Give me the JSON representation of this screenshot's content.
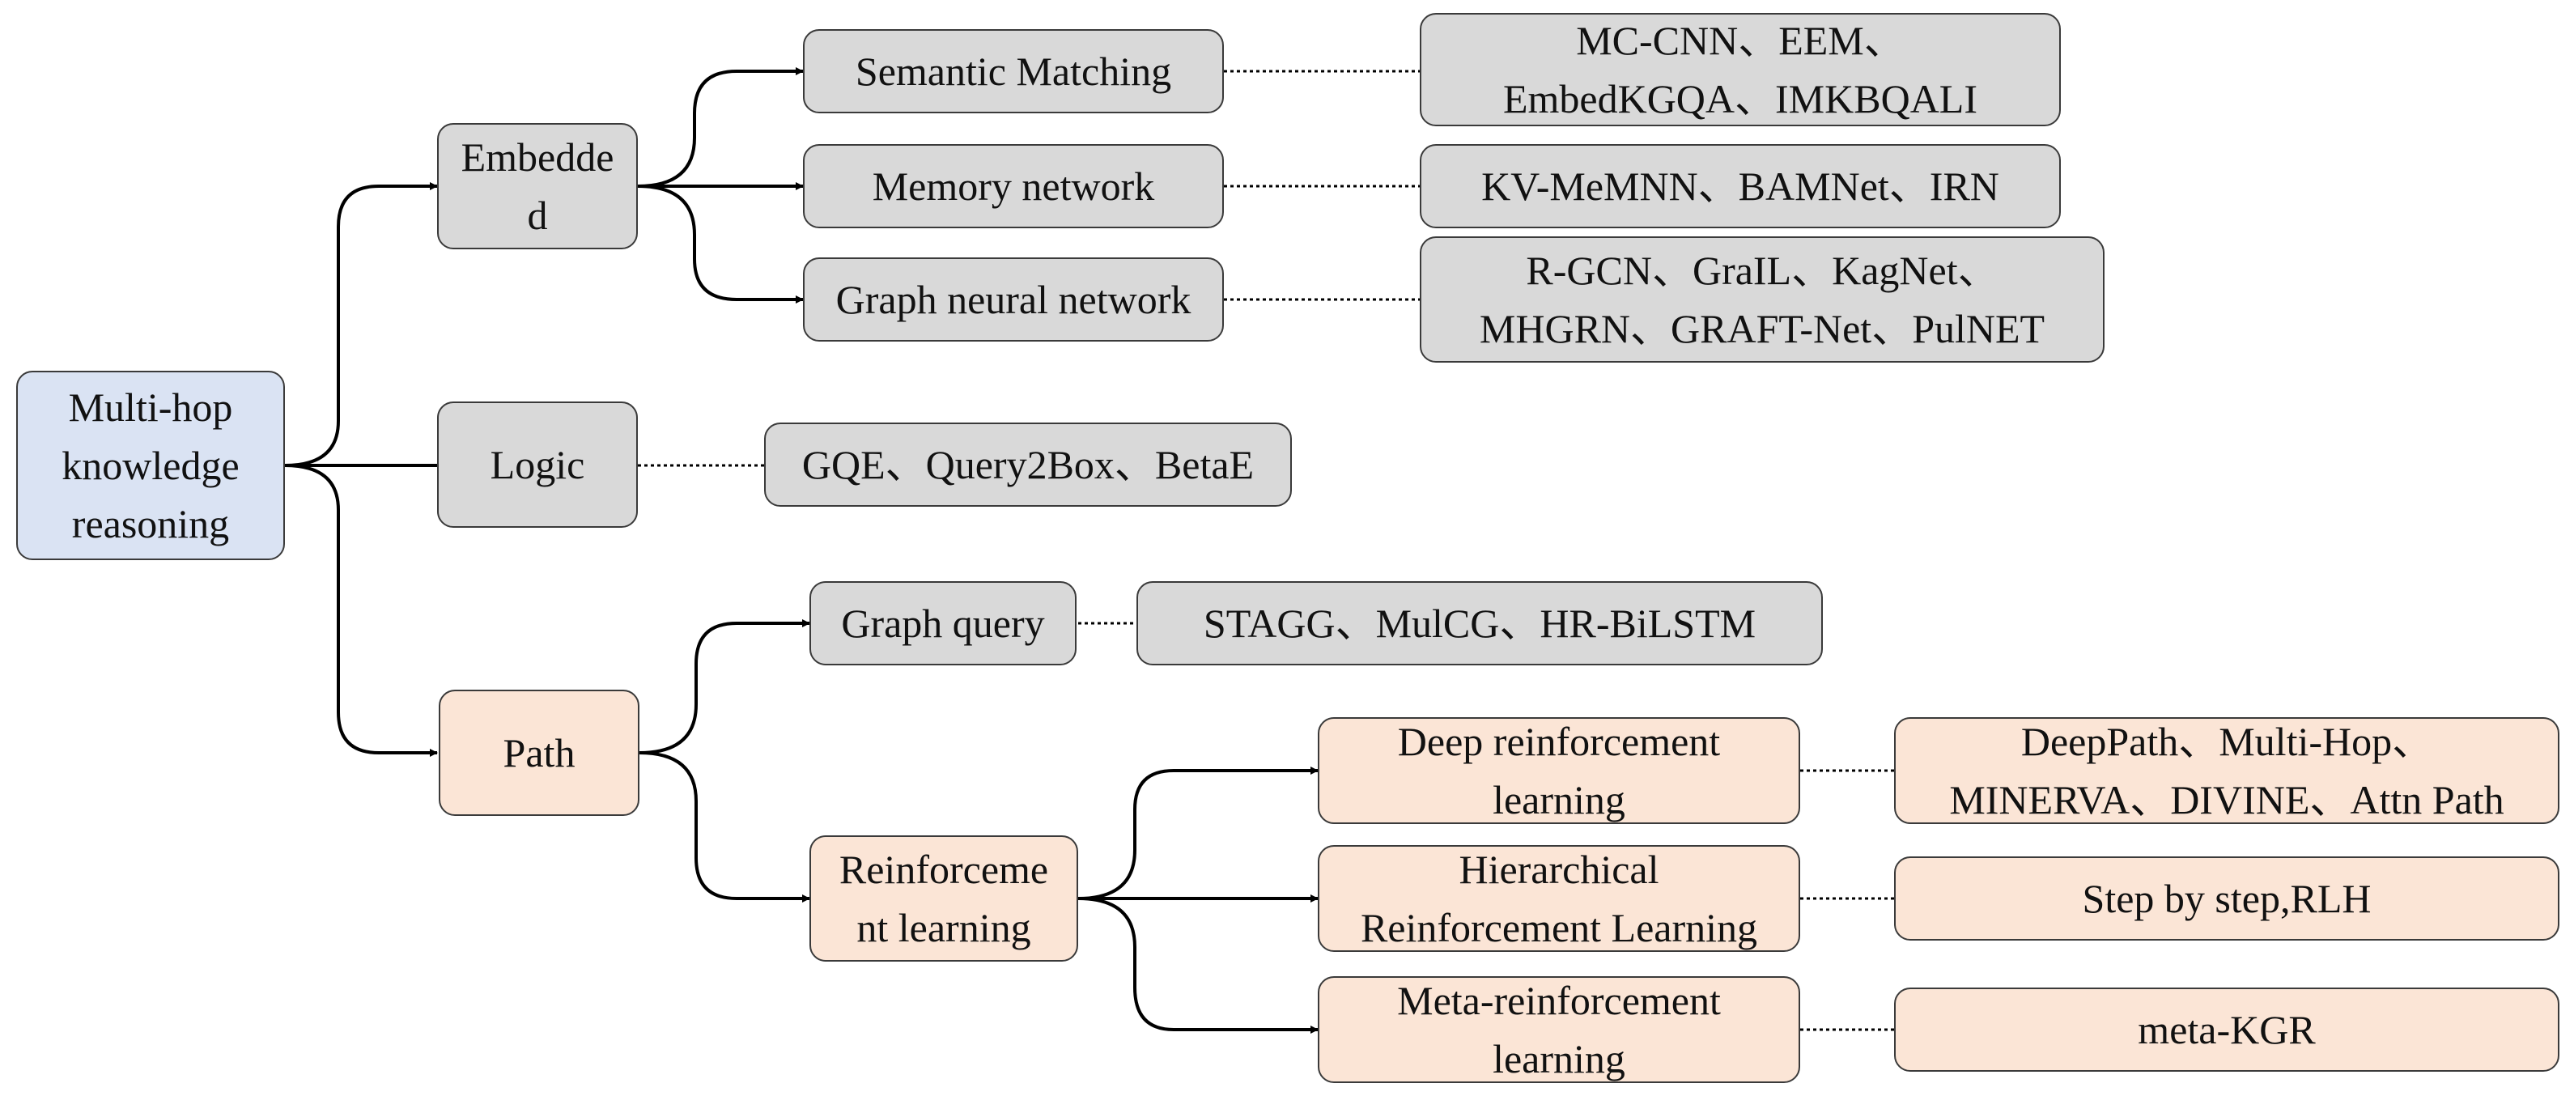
{
  "colors": {
    "category": "#d9d9d9",
    "path_branch": "#fbe5d6",
    "root": "#dae3f3",
    "line": "#000000"
  },
  "root": {
    "label": "Multi-hop\nknowledge\nreasoning"
  },
  "embedded": {
    "label": "Embedde\nd",
    "semantic_matching": {
      "label": "Semantic Matching",
      "methods": "MC-CNN、EEM、\nEmbedKGQA、IMKBQALI"
    },
    "memory_network": {
      "label": "Memory network",
      "methods": "KV-MeMNN、BAMNet、IRN"
    },
    "graph_neural_network": {
      "label": "Graph neural network",
      "methods": "R-GCN、GraIL、KagNet、\nMHGRN、GRAFT-Net、PulNET"
    }
  },
  "logic": {
    "label": "Logic",
    "methods": "GQE、Query2Box、BetaE"
  },
  "path": {
    "label": "Path",
    "graph_query": {
      "label": "Graph query",
      "methods": "STAGG、MulCG、HR-BiLSTM"
    },
    "reinforcement_learning": {
      "label": "Reinforceme\nnt learning",
      "deep_rl": {
        "label": "Deep reinforcement\nlearning",
        "methods": "DeepPath、Multi-Hop、\nMINERVA、DIVINE、Attn Path"
      },
      "hierarchical_rl": {
        "label": "Hierarchical\nReinforcement Learning",
        "methods": "Step by step,RLH"
      },
      "meta_rl": {
        "label": "Meta-reinforcement\nlearning",
        "methods": "meta-KGR"
      }
    }
  }
}
